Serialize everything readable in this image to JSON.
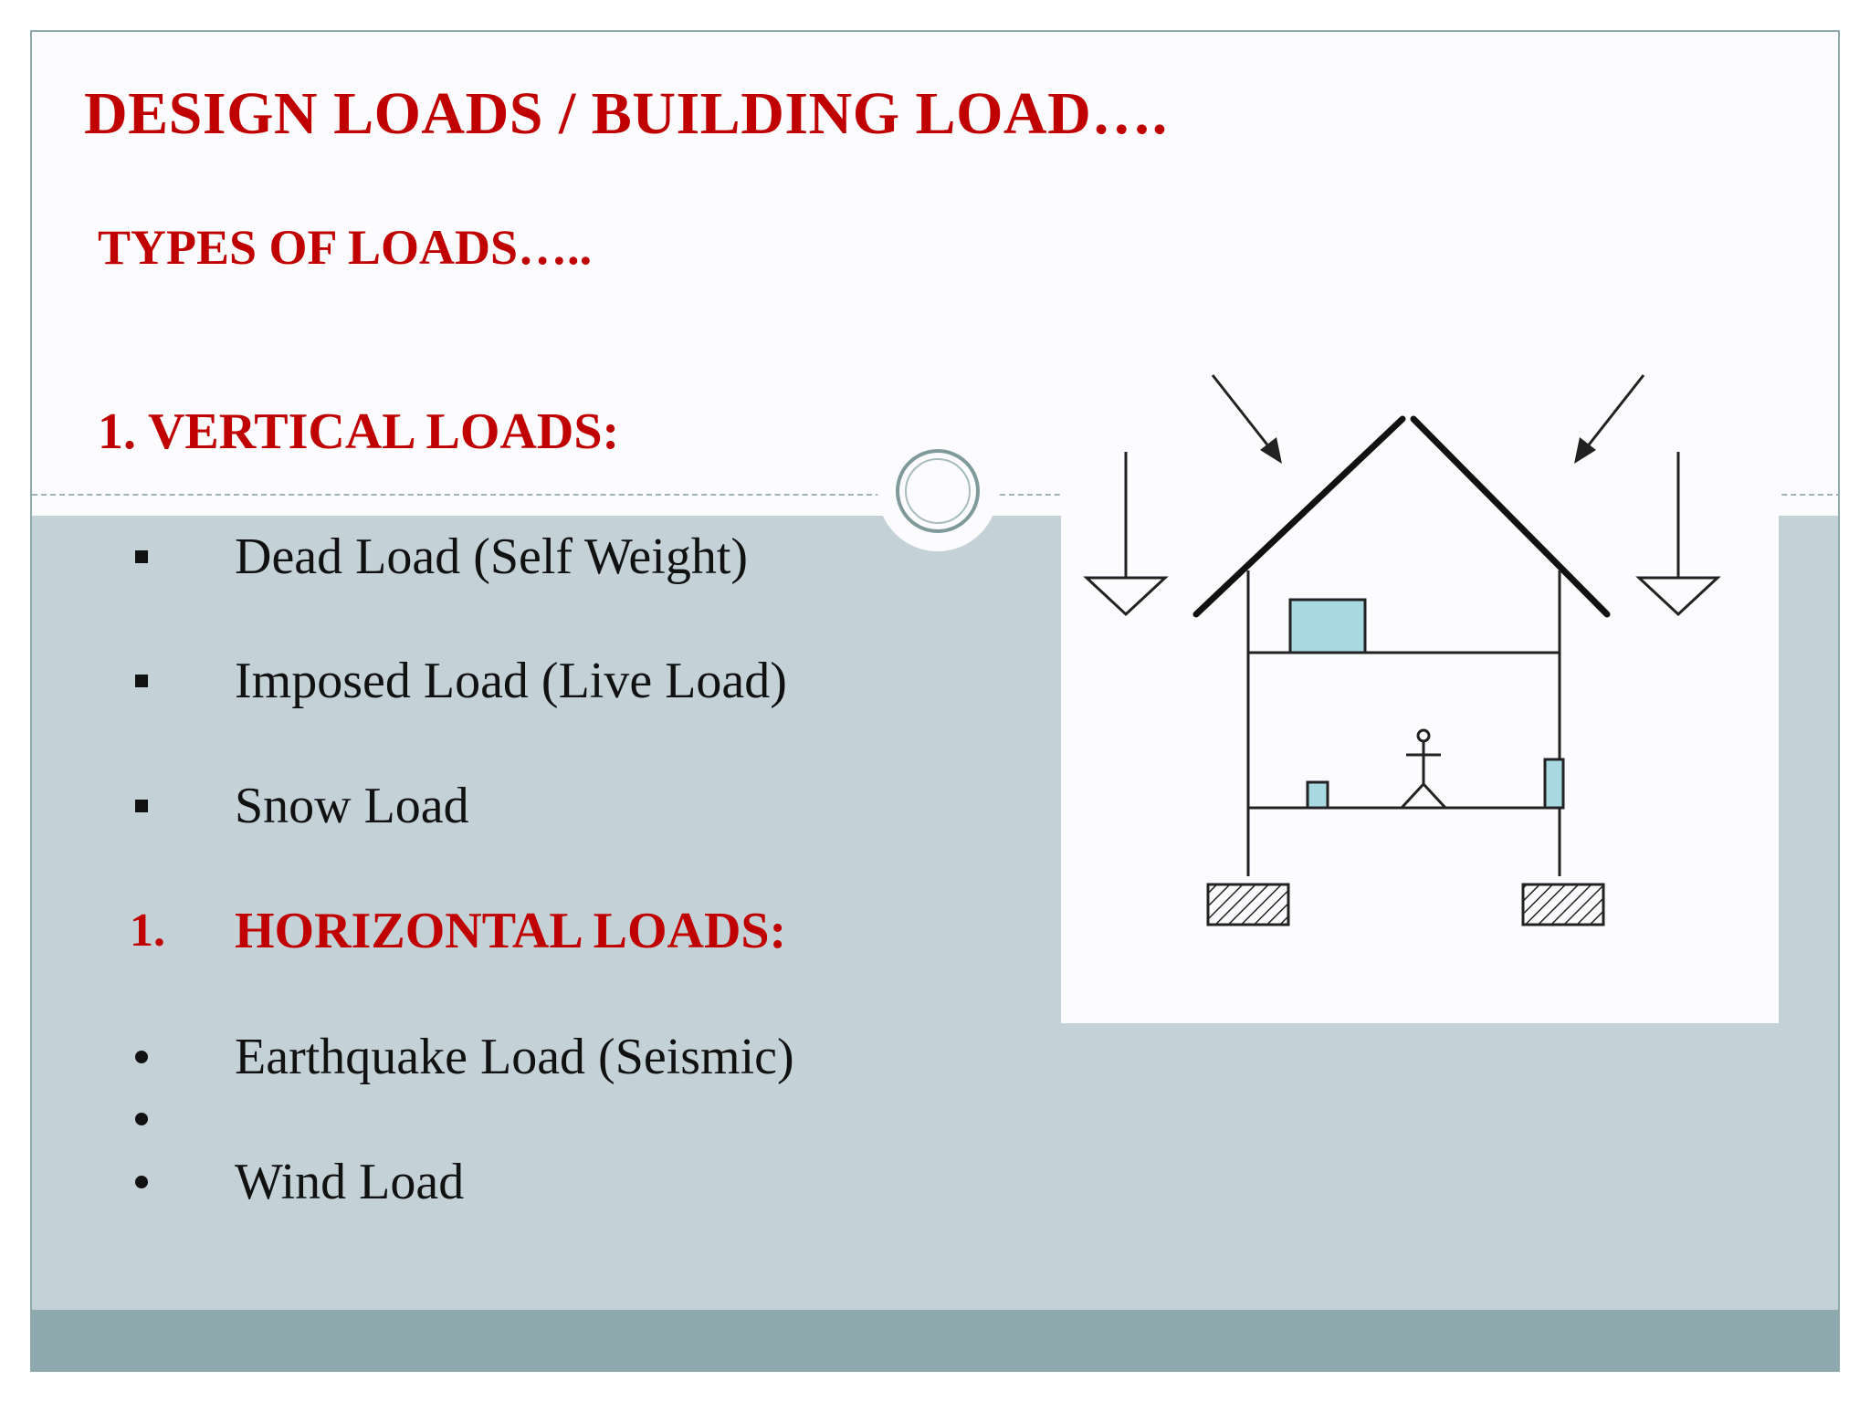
{
  "slide": {
    "title": "DESIGN LOADS / BUILDING LOAD….",
    "subtitle": "TYPES OF LOADS…..",
    "vertical": {
      "heading": "1. VERTICAL LOADS:",
      "items": [
        "Dead Load (Self Weight)",
        "Imposed Load (Live Load)",
        "Snow Load"
      ]
    },
    "horizontal": {
      "number": "1.",
      "heading": "HORIZONTAL LOADS:",
      "items": [
        "Earthquake Load (Seismic)",
        "",
        "Wind Load"
      ]
    }
  },
  "colors": {
    "heading_red": "#c00000",
    "panel_blue_grey": "#c4d2d8",
    "footer_teal": "#8ea9ae",
    "light_background": "#fcfbfd",
    "box_fill_cyan": "#a8d8e0"
  },
  "icons": [
    "square-bullet-icon",
    "round-bullet-icon",
    "circle-ornament-icon"
  ]
}
